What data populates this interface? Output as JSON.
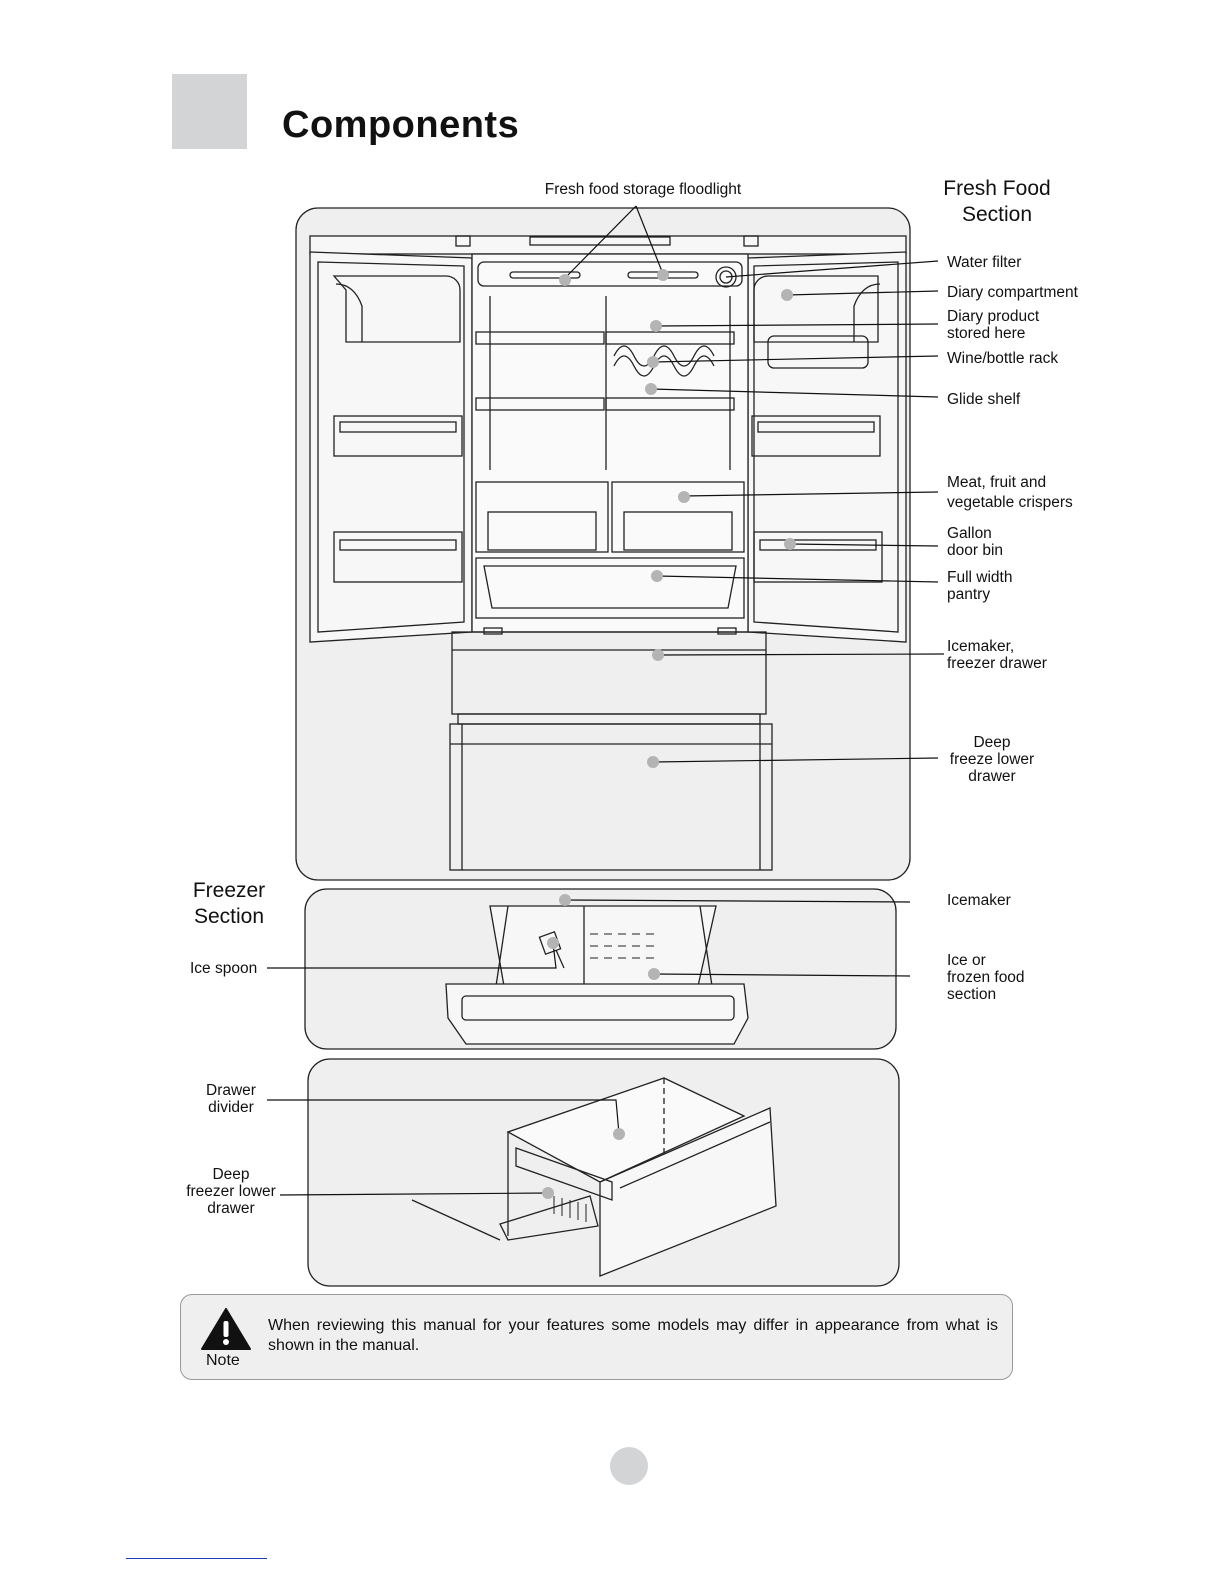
{
  "page": {
    "title": "Components"
  },
  "sections": {
    "fresh_food": "Fresh Food\nSection",
    "freezer": "Freezer\nSection"
  },
  "labels": {
    "floodlight": "Fresh food storage floodlight",
    "water_filter": "Water filter",
    "dairy_compartment": "Diary compartment",
    "dairy_product": "Diary product\nstored here",
    "wine_rack": "Wine/bottle rack",
    "glide_shelf": "Glide shelf",
    "crispers": "Meat, fruit and\nvegetable crispers",
    "gallon_bin": "Gallon\ndoor bin",
    "pantry": "Full width\npantry",
    "icemaker_drawer": "Icemaker,\nfreezer drawer",
    "deep_freeze": "Deep\nfreeze lower\ndrawer",
    "icemaker": "Icemaker",
    "ice_spoon": "Ice spoon",
    "ice_food": "Ice or\nfrozen food\nsection",
    "drawer_divider": "Drawer\ndivider",
    "deep_freezer_lower": "Deep\nfreezer lower\ndrawer"
  },
  "note": {
    "label": "Note",
    "text": "When reviewing this manual for your features some models may differ in appearance from what is shown in the manual.",
    "icon": "warning-triangle-icon"
  },
  "colors": {
    "panel_fill": "#efefef",
    "title_box": "#d3d4d6",
    "marker": "#b4b4b4"
  }
}
